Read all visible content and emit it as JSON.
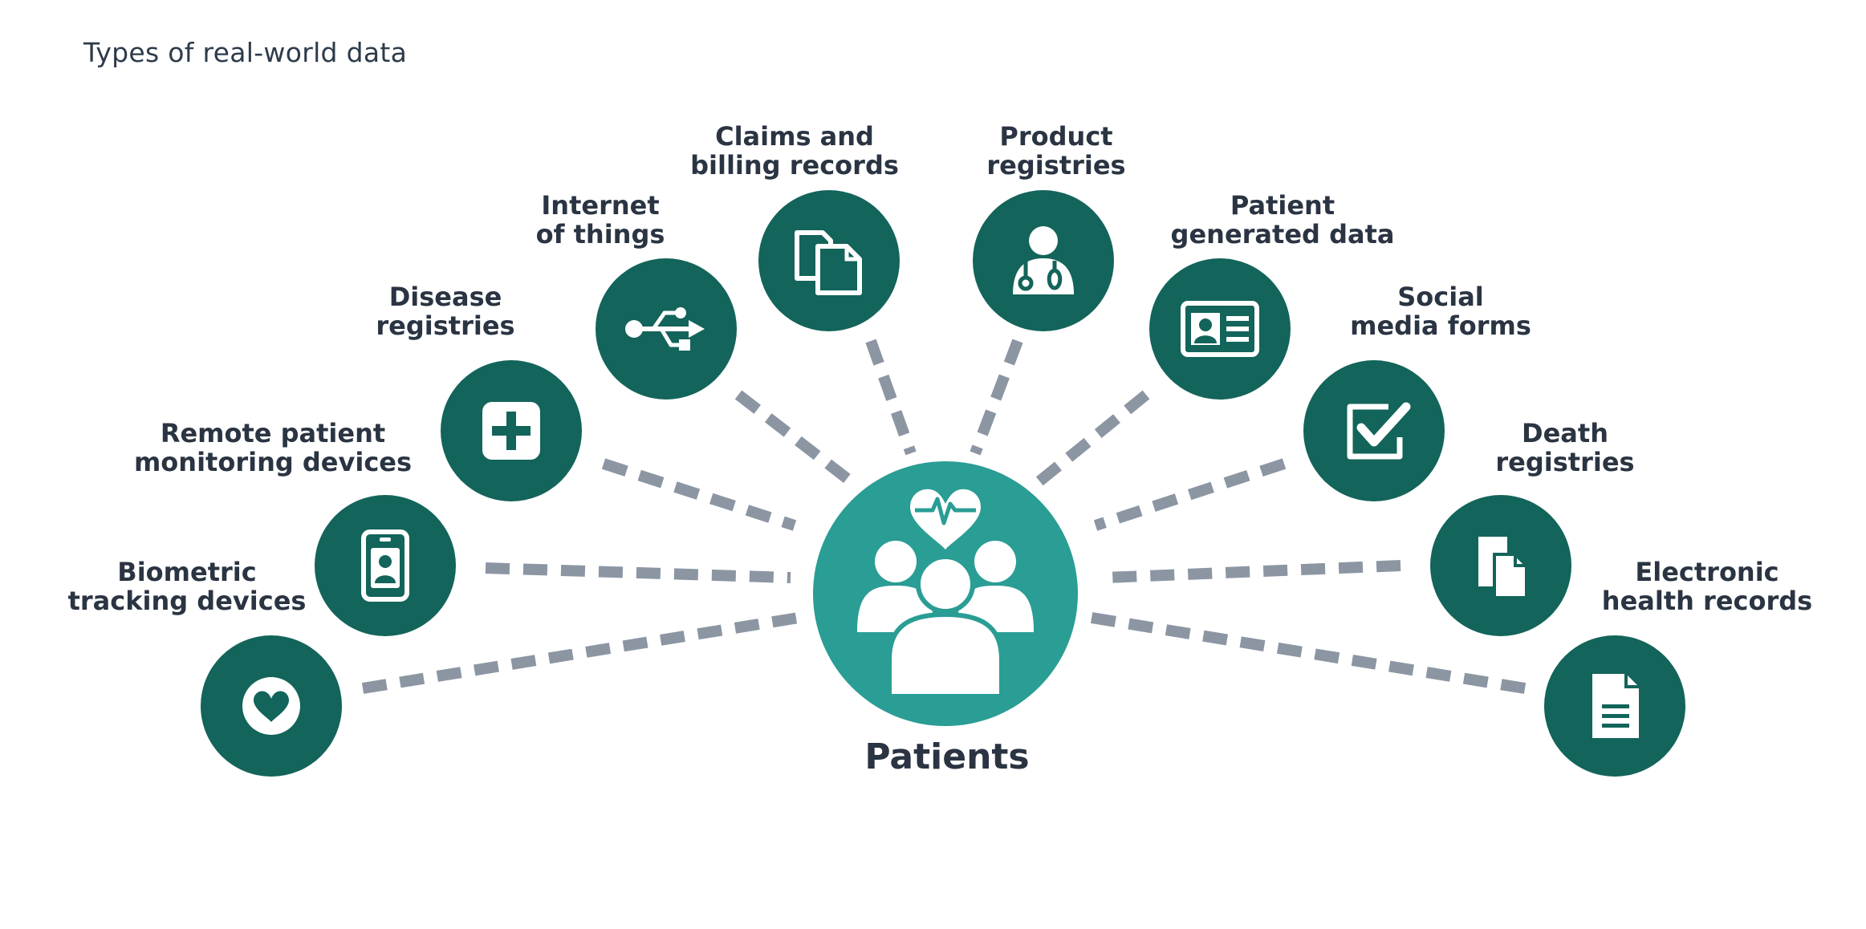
{
  "title": "Types of real-world data",
  "center": {
    "label": "Patients",
    "icon": "patients-group-heartbeat-icon",
    "color": "#2a9d94"
  },
  "node_color": "#13645a",
  "connector_color": "#8c96a3",
  "nodes": [
    {
      "id": "biometric-tracking-devices",
      "lines": [
        "Biometric",
        "tracking devices"
      ],
      "icon": "heart-icon"
    },
    {
      "id": "remote-patient-monitoring-devices",
      "lines": [
        "Remote patient",
        "monitoring devices"
      ],
      "icon": "badge-id-icon"
    },
    {
      "id": "disease-registries",
      "lines": [
        "Disease",
        "registries"
      ],
      "icon": "medical-plus-icon"
    },
    {
      "id": "internet-of-things",
      "lines": [
        "Internet",
        "of things"
      ],
      "icon": "usb-icon"
    },
    {
      "id": "claims-and-billing-records",
      "lines": [
        "Claims and",
        "billing records"
      ],
      "icon": "copy-documents-icon"
    },
    {
      "id": "product-registries",
      "lines": [
        "Product",
        "registries"
      ],
      "icon": "doctor-stethoscope-icon"
    },
    {
      "id": "patient-generated-data",
      "lines": [
        "Patient",
        "generated data"
      ],
      "icon": "id-card-icon"
    },
    {
      "id": "social-media-forms",
      "lines": [
        "Social",
        "media forms"
      ],
      "icon": "checkbox-icon"
    },
    {
      "id": "death-registries",
      "lines": [
        "Death",
        "registries"
      ],
      "icon": "file-pages-icon"
    },
    {
      "id": "electronic-health-records",
      "lines": [
        "Electronic",
        "health records"
      ],
      "icon": "document-lines-icon"
    }
  ]
}
